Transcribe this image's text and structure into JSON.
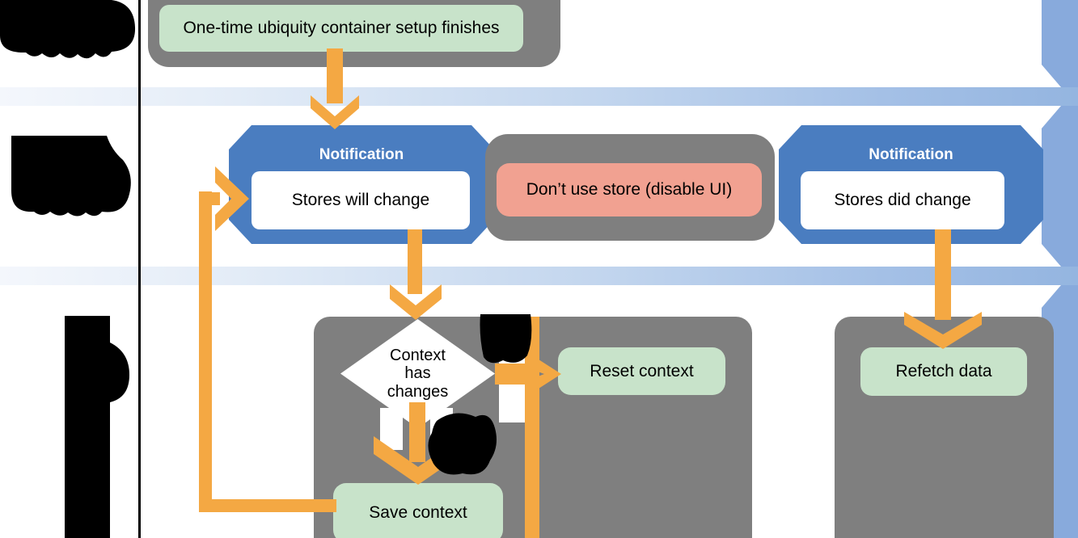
{
  "diagram": {
    "type": "flowchart",
    "description": "iCloud ubiquity container / Core Data store notification flow with swim lanes; left lane labels are redacted black blobs"
  },
  "nodes": {
    "setup": {
      "label": "One-time ubiquity container setup finishes"
    },
    "notification_will_change": {
      "title": "Notification",
      "label": "Stores will change"
    },
    "dont_use_store": {
      "label": "Don’t use store (disable UI)"
    },
    "notification_did_change": {
      "title": "Notification",
      "label": "Stores did change"
    },
    "decision": {
      "label": "Context has changes",
      "lines": [
        "Context",
        "has",
        "changes"
      ]
    },
    "reset_context": {
      "label": "Reset context"
    },
    "save_context": {
      "label": "Save context"
    },
    "refetch_data": {
      "label": "Refetch data"
    }
  },
  "redactions": [
    "lane-label-top-left",
    "lane-label-middle-left",
    "lane-label-bottom-left-vertical",
    "decision-branch-label-no",
    "decision-branch-label-yes"
  ],
  "colors": {
    "arrow_orange": "#f4a843",
    "notification_blue": "#4a7dc0",
    "lane_bar_blue": "#88aadc",
    "container_gray": "#7f7f7f",
    "action_green": "#c8e3ca",
    "warning_salmon": "#f1a191",
    "band_gradient_start": "#f4f7fc",
    "band_gradient_end": "#94b5e0",
    "separator_black": "#000000"
  }
}
